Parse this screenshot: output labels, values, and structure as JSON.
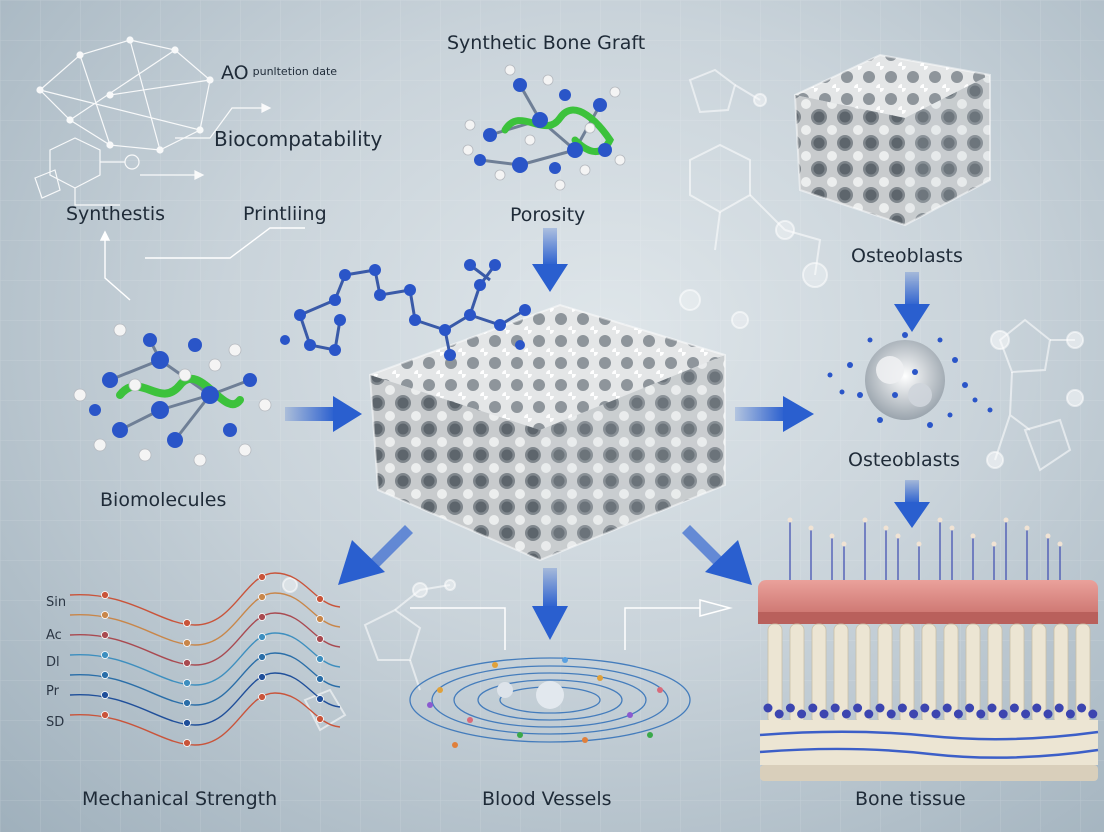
{
  "title": "Synthetic Bone Graft",
  "labels": {
    "ao": "AO",
    "ao_note": "punltetion date",
    "biocompatability": "Biocompatability",
    "synthestis": "Synthestis",
    "printling": "Printliing",
    "porosity": "Porosity",
    "osteoblasts_top": "Osteoblasts",
    "osteoblasts_mid": "Osteoblasts",
    "biomolecules": "Biomolecules",
    "mechanical_strength": "Mechanical Strength",
    "blood_vessels": "Blood Vessels",
    "bone_tissue": "Bone tissue"
  },
  "wave_labels": [
    "Sin",
    "Ac",
    "Dl",
    "Pr",
    "SD"
  ],
  "colors": {
    "arrow": "#2a5fcf",
    "atom_blue": "#2a55c8",
    "atom_white": "#f4f4f4",
    "helix_green": "#3cc23c",
    "scaffold": "#d9dbdc",
    "tissue_red": "#d8837f",
    "tissue_cream": "#ece5d3",
    "node_gray": "#d6dbe0",
    "wave_colors": [
      "#c9543a",
      "#c8864a",
      "#a94a50",
      "#3d8fbf",
      "#2a6ea8",
      "#1f4f9a"
    ]
  },
  "icons": [
    "network-graph-icon",
    "molecule-icon",
    "scaffold-icon",
    "arrow-icon",
    "wave-chart-icon",
    "blood-vessel-icon",
    "bone-tissue-icon"
  ]
}
